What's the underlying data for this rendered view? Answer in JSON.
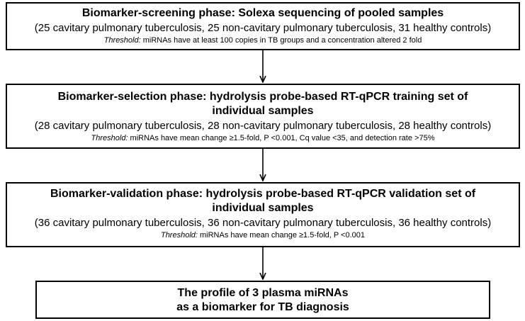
{
  "phases": [
    {
      "heading": [
        "Biomarker-screening phase: Solexa sequencing of pooled samples"
      ],
      "groups": "(25 cavitary pulmonary tuberculosis, 25 non-cavitary pulmonary tuberculosis, 31 healthy controls)",
      "threshold_label": "Threshold:",
      "threshold_text": " miRNAs have at least 100 copies in TB groups and a concentration altered 2 fold"
    },
    {
      "heading": [
        "Biomarker-selection phase: hydrolysis probe-based RT-qPCR training set of",
        "individual samples"
      ],
      "groups": "(28 cavitary pulmonary tuberculosis, 28 non-cavitary pulmonary tuberculosis, 28 healthy controls)",
      "threshold_label": "Threshold:",
      "threshold_text": " miRNAs have mean change ≥1.5-fold, P <0.001, Cq value <35, and detection rate >75%"
    },
    {
      "heading": [
        "Biomarker-validation phase: hydrolysis probe-based RT-qPCR validation set of",
        "individual samples"
      ],
      "groups": "(36 cavitary pulmonary tuberculosis, 36 non-cavitary pulmonary tuberculosis, 36 healthy controls)",
      "threshold_label": "Threshold:",
      "threshold_text": " miRNAs have mean change ≥1.5-fold, P <0.001"
    }
  ],
  "result": {
    "lines": [
      "The profile of 3 plasma miRNAs",
      "as a biomarker for TB diagnosis"
    ]
  },
  "colors": {
    "stroke": "#000000",
    "background": "#ffffff"
  }
}
